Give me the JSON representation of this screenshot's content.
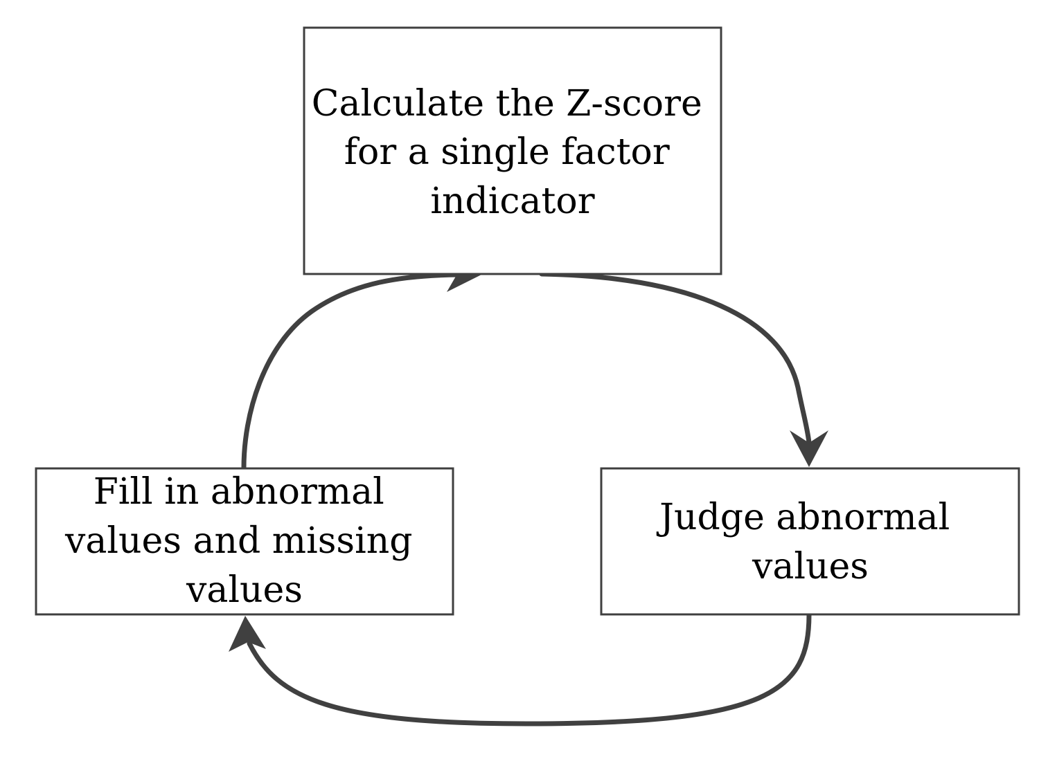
{
  "nodes": {
    "calculate": {
      "lines": [
        "Calculate the Z-score",
        "for a single factor",
        "indicator"
      ]
    },
    "judge": {
      "lines": [
        "Judge abnormal",
        "values"
      ]
    },
    "fill": {
      "lines": [
        "Fill in abnormal",
        "values and missing",
        "values"
      ]
    }
  },
  "edges": [
    {
      "from": "calculate",
      "to": "judge"
    },
    {
      "from": "judge",
      "to": "fill"
    },
    {
      "from": "fill",
      "to": "calculate"
    }
  ],
  "colors": {
    "box_stroke": "#3f3f3f",
    "arrow": "#404040",
    "text": "#000000"
  }
}
